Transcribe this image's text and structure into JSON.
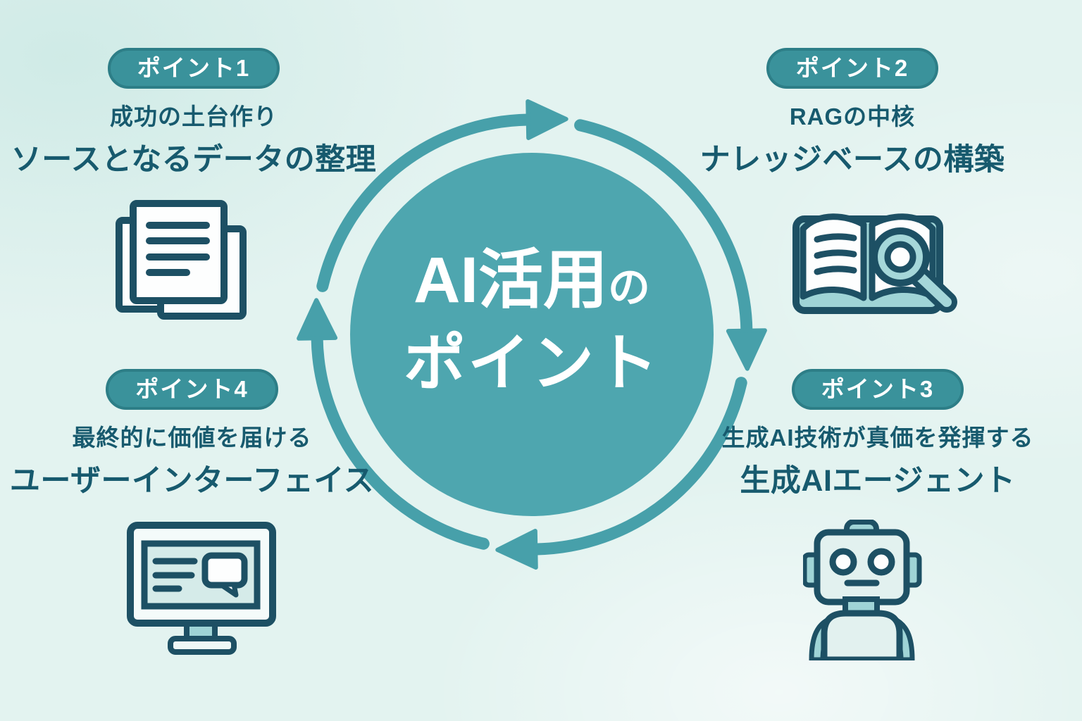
{
  "title": {
    "line1_main": "AI活用",
    "line1_small": "の",
    "line2": "ポイント"
  },
  "points": [
    {
      "id": 1,
      "badge": "ポイント1",
      "heading": "成功の土台作り",
      "subheading": "ソースとなるデータの整理",
      "icon": "documents-icon"
    },
    {
      "id": 2,
      "badge": "ポイント2",
      "heading": "RAGの中核",
      "subheading": "ナレッジベースの構築",
      "icon": "book-magnifier-icon"
    },
    {
      "id": 3,
      "badge": "ポイント3",
      "heading": "生成AI技術が真価を発揮する",
      "subheading": "生成AIエージェント",
      "icon": "robot-icon"
    },
    {
      "id": 4,
      "badge": "ポイント4",
      "heading": "最終的に価値を届ける",
      "subheading": "ユーザーインターフェイス",
      "icon": "monitor-chat-icon"
    }
  ],
  "cycle": {
    "direction": "clockwise",
    "arrow_count": 4
  },
  "colors": {
    "background": "#e3f3f0",
    "circle_fill": "#4ea6af",
    "ring_stroke": "#47a0aa",
    "badge_fill": "#3a929b",
    "badge_border": "#2d7e87",
    "text_dark": "#175a6e",
    "title_text": "#ffffff",
    "icon_stroke": "#1d5064",
    "icon_light_teal": "#9fd4d6",
    "icon_pale": "#e2f1ef"
  }
}
